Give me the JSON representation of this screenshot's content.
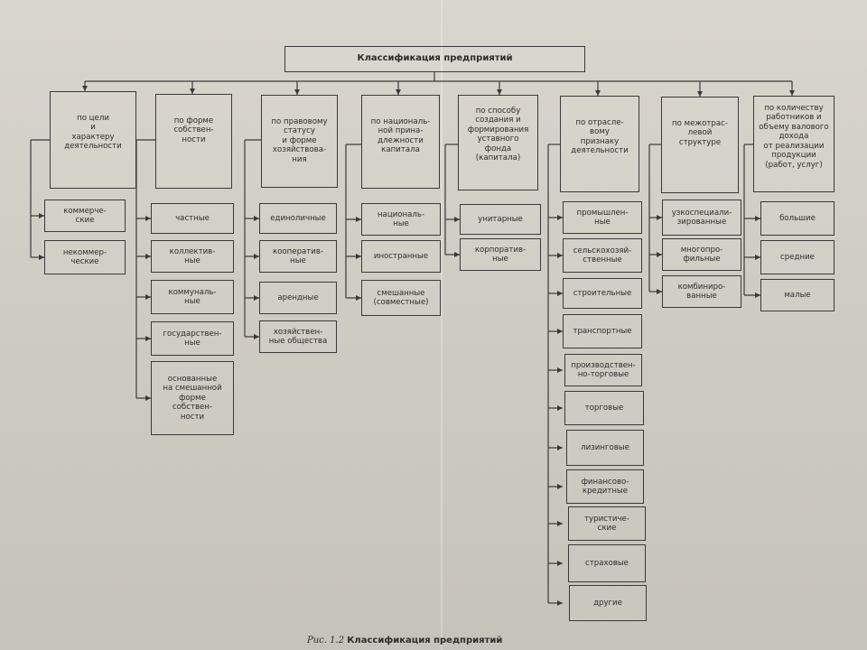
{
  "title": "Классификация   предприятий",
  "caption": {
    "fig": "Рис. 1.2",
    "text": "Классификация   предприятий"
  },
  "categories": [
    {
      "header": "по цели\nи\nхарактеру\nдеятельности",
      "items": [
        "коммерче-\nские",
        "некоммер-\nческие"
      ]
    },
    {
      "header": "по форме\nсобствен-\nности",
      "items": [
        "частные",
        "коллектив-\nные",
        "коммуналь-\nные",
        "государствен-\nные",
        "основанные\nна смешанной\nформе\nсобствен-\nности"
      ]
    },
    {
      "header": "по правовому\nстатусу\nи форме\nхозяйствова-\nния",
      "items": [
        "единоличные",
        "кооператив-\nные",
        "арендные",
        "хозяйствен-\nные общества"
      ]
    },
    {
      "header": "по националь-\nной прина-\nдлежности\nкапитала",
      "items": [
        "националь-\nные",
        "иностранные",
        "смешанные\n(совместные)"
      ]
    },
    {
      "header": "по способу\nсоздания и\nформирования\nуставного\nфонда\n(капитала)",
      "items": [
        "унитарные",
        "корпоратив-\nные"
      ]
    },
    {
      "header": "по отрасле-\nвому\nпризнаку\nдеятельности",
      "items": [
        "промышлен-\nные",
        "сельскохозяй-\nственные",
        "строительные",
        "транспортные",
        "производствен-\nно-торговые",
        "торговые",
        "лизинговые",
        "финансово-\nкредитные",
        "туристиче-\nские",
        "страховые",
        "другие"
      ]
    },
    {
      "header": "по межотрас-\nлевой\nструктуре",
      "items": [
        "узкоспециали-\nзированные",
        "многопро-\nфильные",
        "комбиниро-\nванные"
      ]
    },
    {
      "header": "по количеству\nработников и\nобъему валового дохода\nот реализации\nпродукции\n(работ, услуг)",
      "items": [
        "большие",
        "средние",
        "малые"
      ]
    }
  ]
}
